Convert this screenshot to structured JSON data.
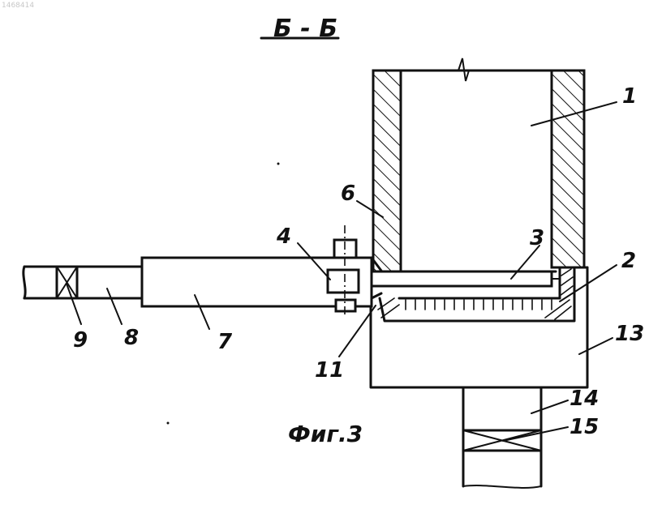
{
  "header": {
    "doc_id": "1468414"
  },
  "section_title": "Б - Б",
  "caption": "Фиг.3",
  "labels": {
    "l1": "1",
    "l2": "2",
    "l3": "3",
    "l4": "4",
    "l6": "6",
    "l7": "7",
    "l8": "8",
    "l9": "9",
    "l11": "11",
    "l13": "13",
    "l14": "14",
    "l15": "15"
  }
}
